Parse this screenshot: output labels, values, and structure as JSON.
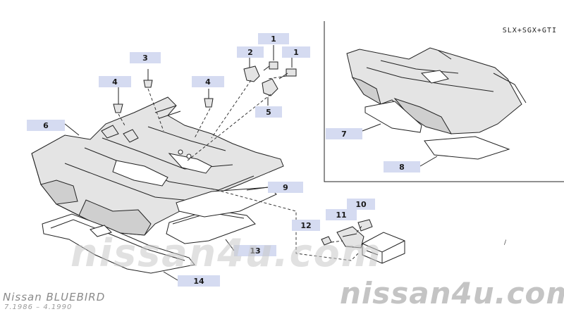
{
  "variant_label": "SLX+SGX+GTI",
  "callouts": {
    "c1a": "1",
    "c1b": "1",
    "c2": "2",
    "c3": "3",
    "c4a": "4",
    "c4b": "4",
    "c5": "5",
    "c6": "6",
    "c7": "7",
    "c8": "8",
    "c9": "9",
    "c10": "10",
    "c11": "11",
    "c12": "12",
    "c13": "13",
    "c14": "14"
  },
  "footer": {
    "model": "Nissan BLUEBIRD",
    "dates": "7.1986 – 4.1990",
    "watermark_center": "nissan4u.com",
    "watermark_footer": "nissan4u.com"
  }
}
